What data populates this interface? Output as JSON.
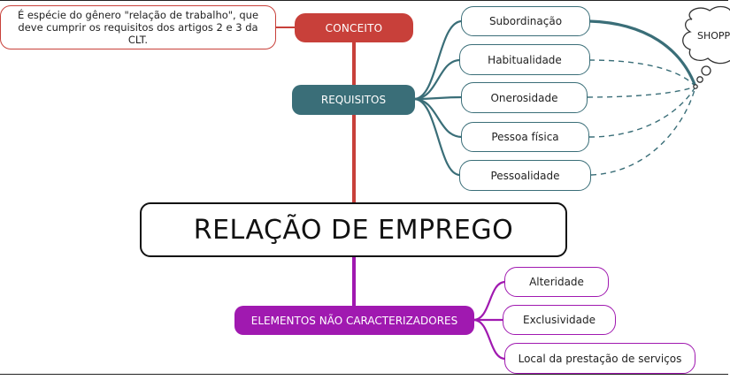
{
  "central": "RELAÇÃO DE EMPREGO",
  "conceito": {
    "label": "CONCEITO",
    "note": "É espécie do gênero \"relação de trabalho\", que deve cumprir os requisitos dos artigos 2 e 3 da CLT."
  },
  "requisitos": {
    "label": "REQUISITOS",
    "items": [
      "Subordinação",
      "Habitualidade",
      "Onerosidade",
      "Pessoa física",
      "Pessoalidade"
    ]
  },
  "elementos": {
    "label": "ELEMENTOS NÃO CARACTERIZADORES",
    "items": [
      "Alteridade",
      "Exclusividade",
      "Local da prestação de serviços"
    ]
  },
  "cloud": {
    "label": "SHOPP"
  },
  "colors": {
    "red": "#c8403a",
    "teal": "#3a6e78",
    "purple": "#a019b0"
  }
}
